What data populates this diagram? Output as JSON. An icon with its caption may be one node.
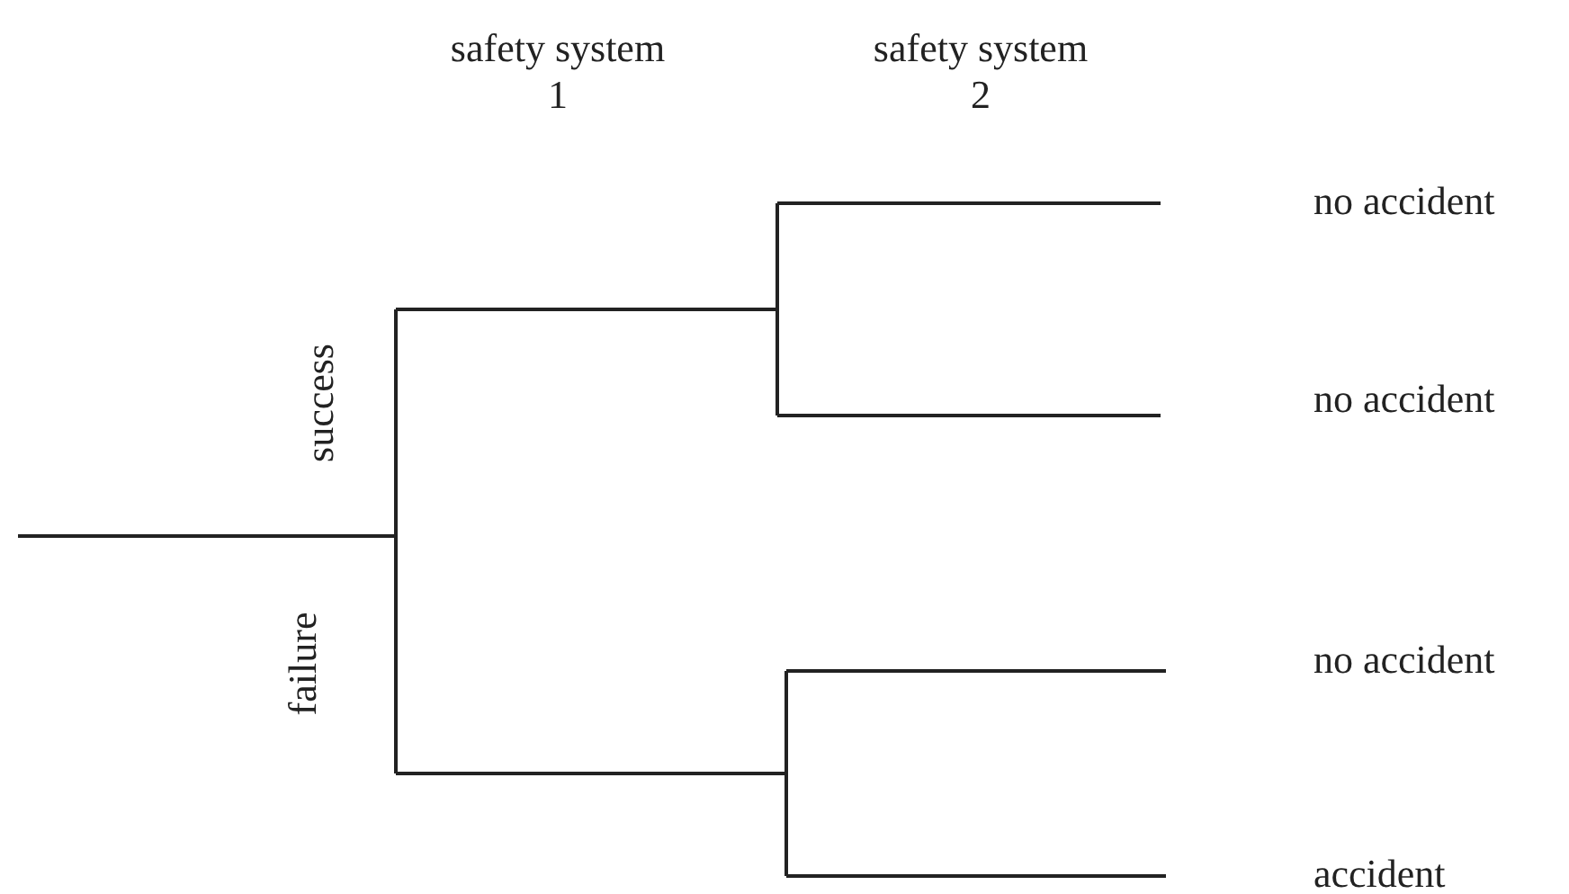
{
  "diagram": {
    "labels": [
      "safety system 1",
      "safety system 2",
      "no accident",
      "success",
      "no accident",
      "no accident",
      "failure",
      "accident"
    ]
  }
}
